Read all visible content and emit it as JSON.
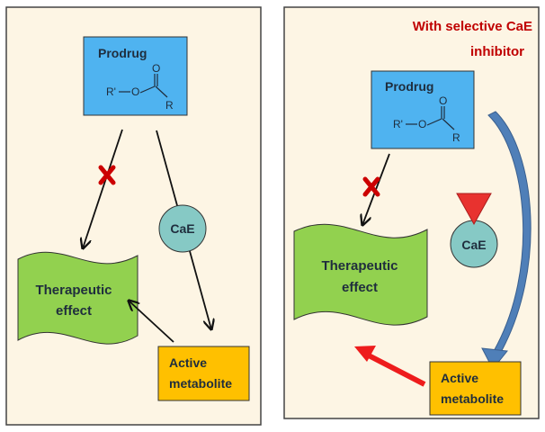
{
  "left_panel": {
    "prodrug": {
      "label": "Prodrug",
      "r_prime": "R'",
      "o1": "O",
      "o2": "O",
      "r": "R"
    },
    "enzyme": {
      "label": "CaE"
    },
    "therapeutic": {
      "line1": "Therapeutic",
      "line2": "effect"
    },
    "metabolite": {
      "line1": "Active",
      "line2": "metabolite"
    }
  },
  "right_panel": {
    "title": {
      "line1": "With selective CaE",
      "line2": "inhibitor"
    },
    "prodrug": {
      "label": "Prodrug",
      "r_prime": "R'",
      "o1": "O",
      "o2": "O",
      "r": "R"
    },
    "enzyme": {
      "label": "CaE"
    },
    "therapeutic": {
      "line1": "Therapeutic",
      "line2": "effect"
    },
    "metabolite": {
      "line1": "Active",
      "line2": "metabolite"
    }
  },
  "colors": {
    "panel_bg": "#fdf5e4",
    "prodrug_box": "#4fb3f0",
    "enzyme": "#86c9c5",
    "therapeutic": "#92d14f",
    "metabolite": "#ffc000",
    "block_x": "#cc0000",
    "inhibitor": "#e8322f",
    "title_red": "#c00000",
    "blue_arrow": "#4f7fb8",
    "red_arrow": "#ee1c1c"
  }
}
